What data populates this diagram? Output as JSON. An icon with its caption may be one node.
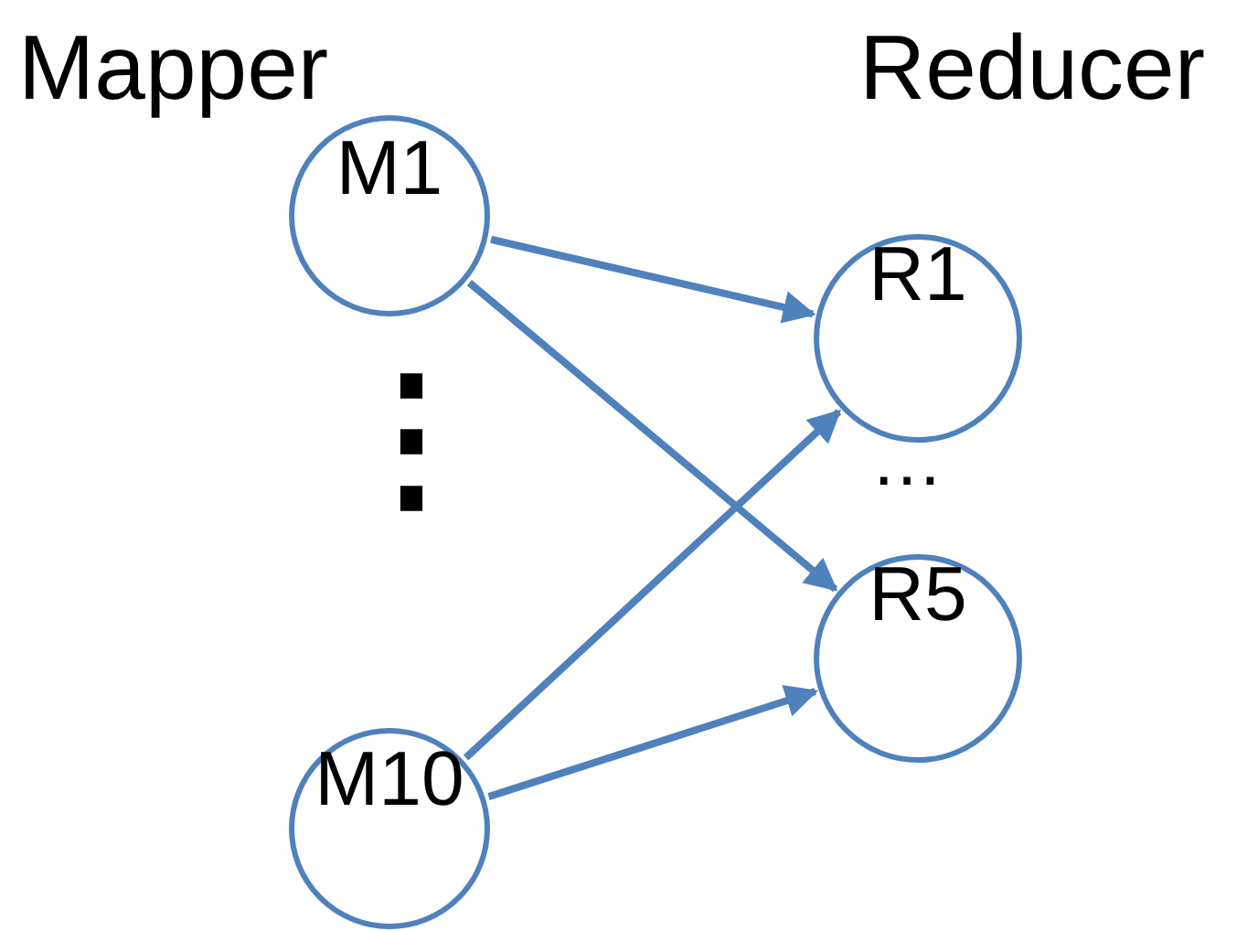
{
  "diagram": {
    "nodes": [
      {
        "text": [
          "M1"
        ]
      },
      {
        "text": [
          "M10"
        ]
      },
      {
        "text": [
          "R1"
        ]
      },
      {
        "text": [
          "R5"
        ]
      }
    ],
    "edges": [
      {
        "from": 0,
        "to": 2,
        "arrow": "to"
      },
      {
        "from": 0,
        "to": 3,
        "arrow": "to"
      },
      {
        "from": 1,
        "to": 2,
        "arrow": "to"
      },
      {
        "from": 1,
        "to": 3,
        "arrow": "to"
      }
    ],
    "labels": [
      "Mapper",
      "Reducer",
      "⋮",
      "…"
    ]
  }
}
